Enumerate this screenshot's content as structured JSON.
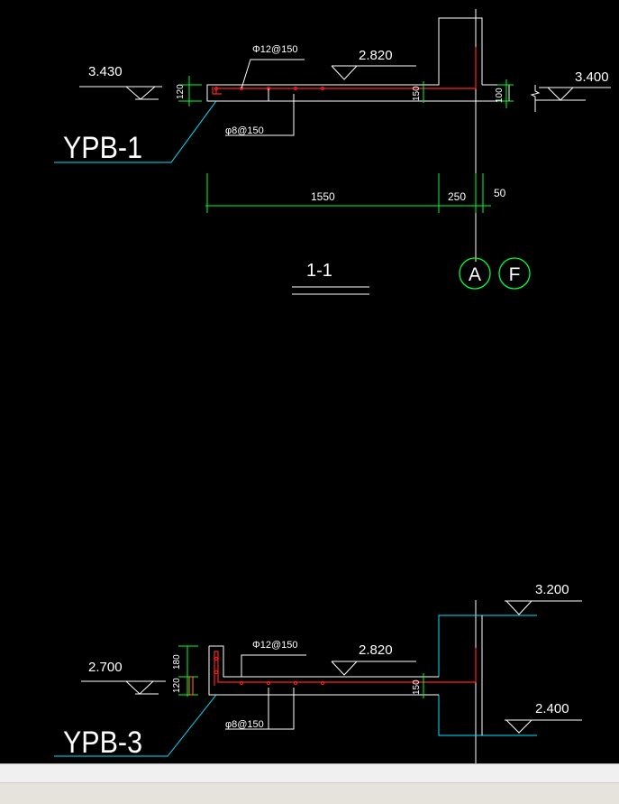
{
  "colors": {
    "background": "#000000",
    "line_white": "#ffffff",
    "line_cyan": "#00e5ff",
    "line_green": "#00ff33",
    "rebar_red": "#ff2020",
    "text": "#ffffff"
  },
  "detail_1": {
    "label": "YPB-1",
    "elev_left": "3.430",
    "elev_top": "2.820",
    "elev_right": "3.400",
    "rebar_top": "Φ12@150",
    "rebar_bottom": "φ8@150",
    "dim_thickness_left": "120",
    "dim_thickness_right": "150",
    "dim_step": "100",
    "dim_span": "1550",
    "dim_wall": "250",
    "dim_offset": "50",
    "section_title": "1-1",
    "axis_a": "A",
    "axis_f": "F"
  },
  "detail_3": {
    "label": "YPB-3",
    "elev_left": "2.700",
    "elev_top": "2.820",
    "elev_right_top": "3.200",
    "elev_right_bottom": "2.400",
    "rebar_top": "Φ12@150",
    "rebar_bottom": "φ8@150",
    "dim_curb": "180",
    "dim_thickness_left": "120",
    "dim_thickness_right": "150"
  }
}
